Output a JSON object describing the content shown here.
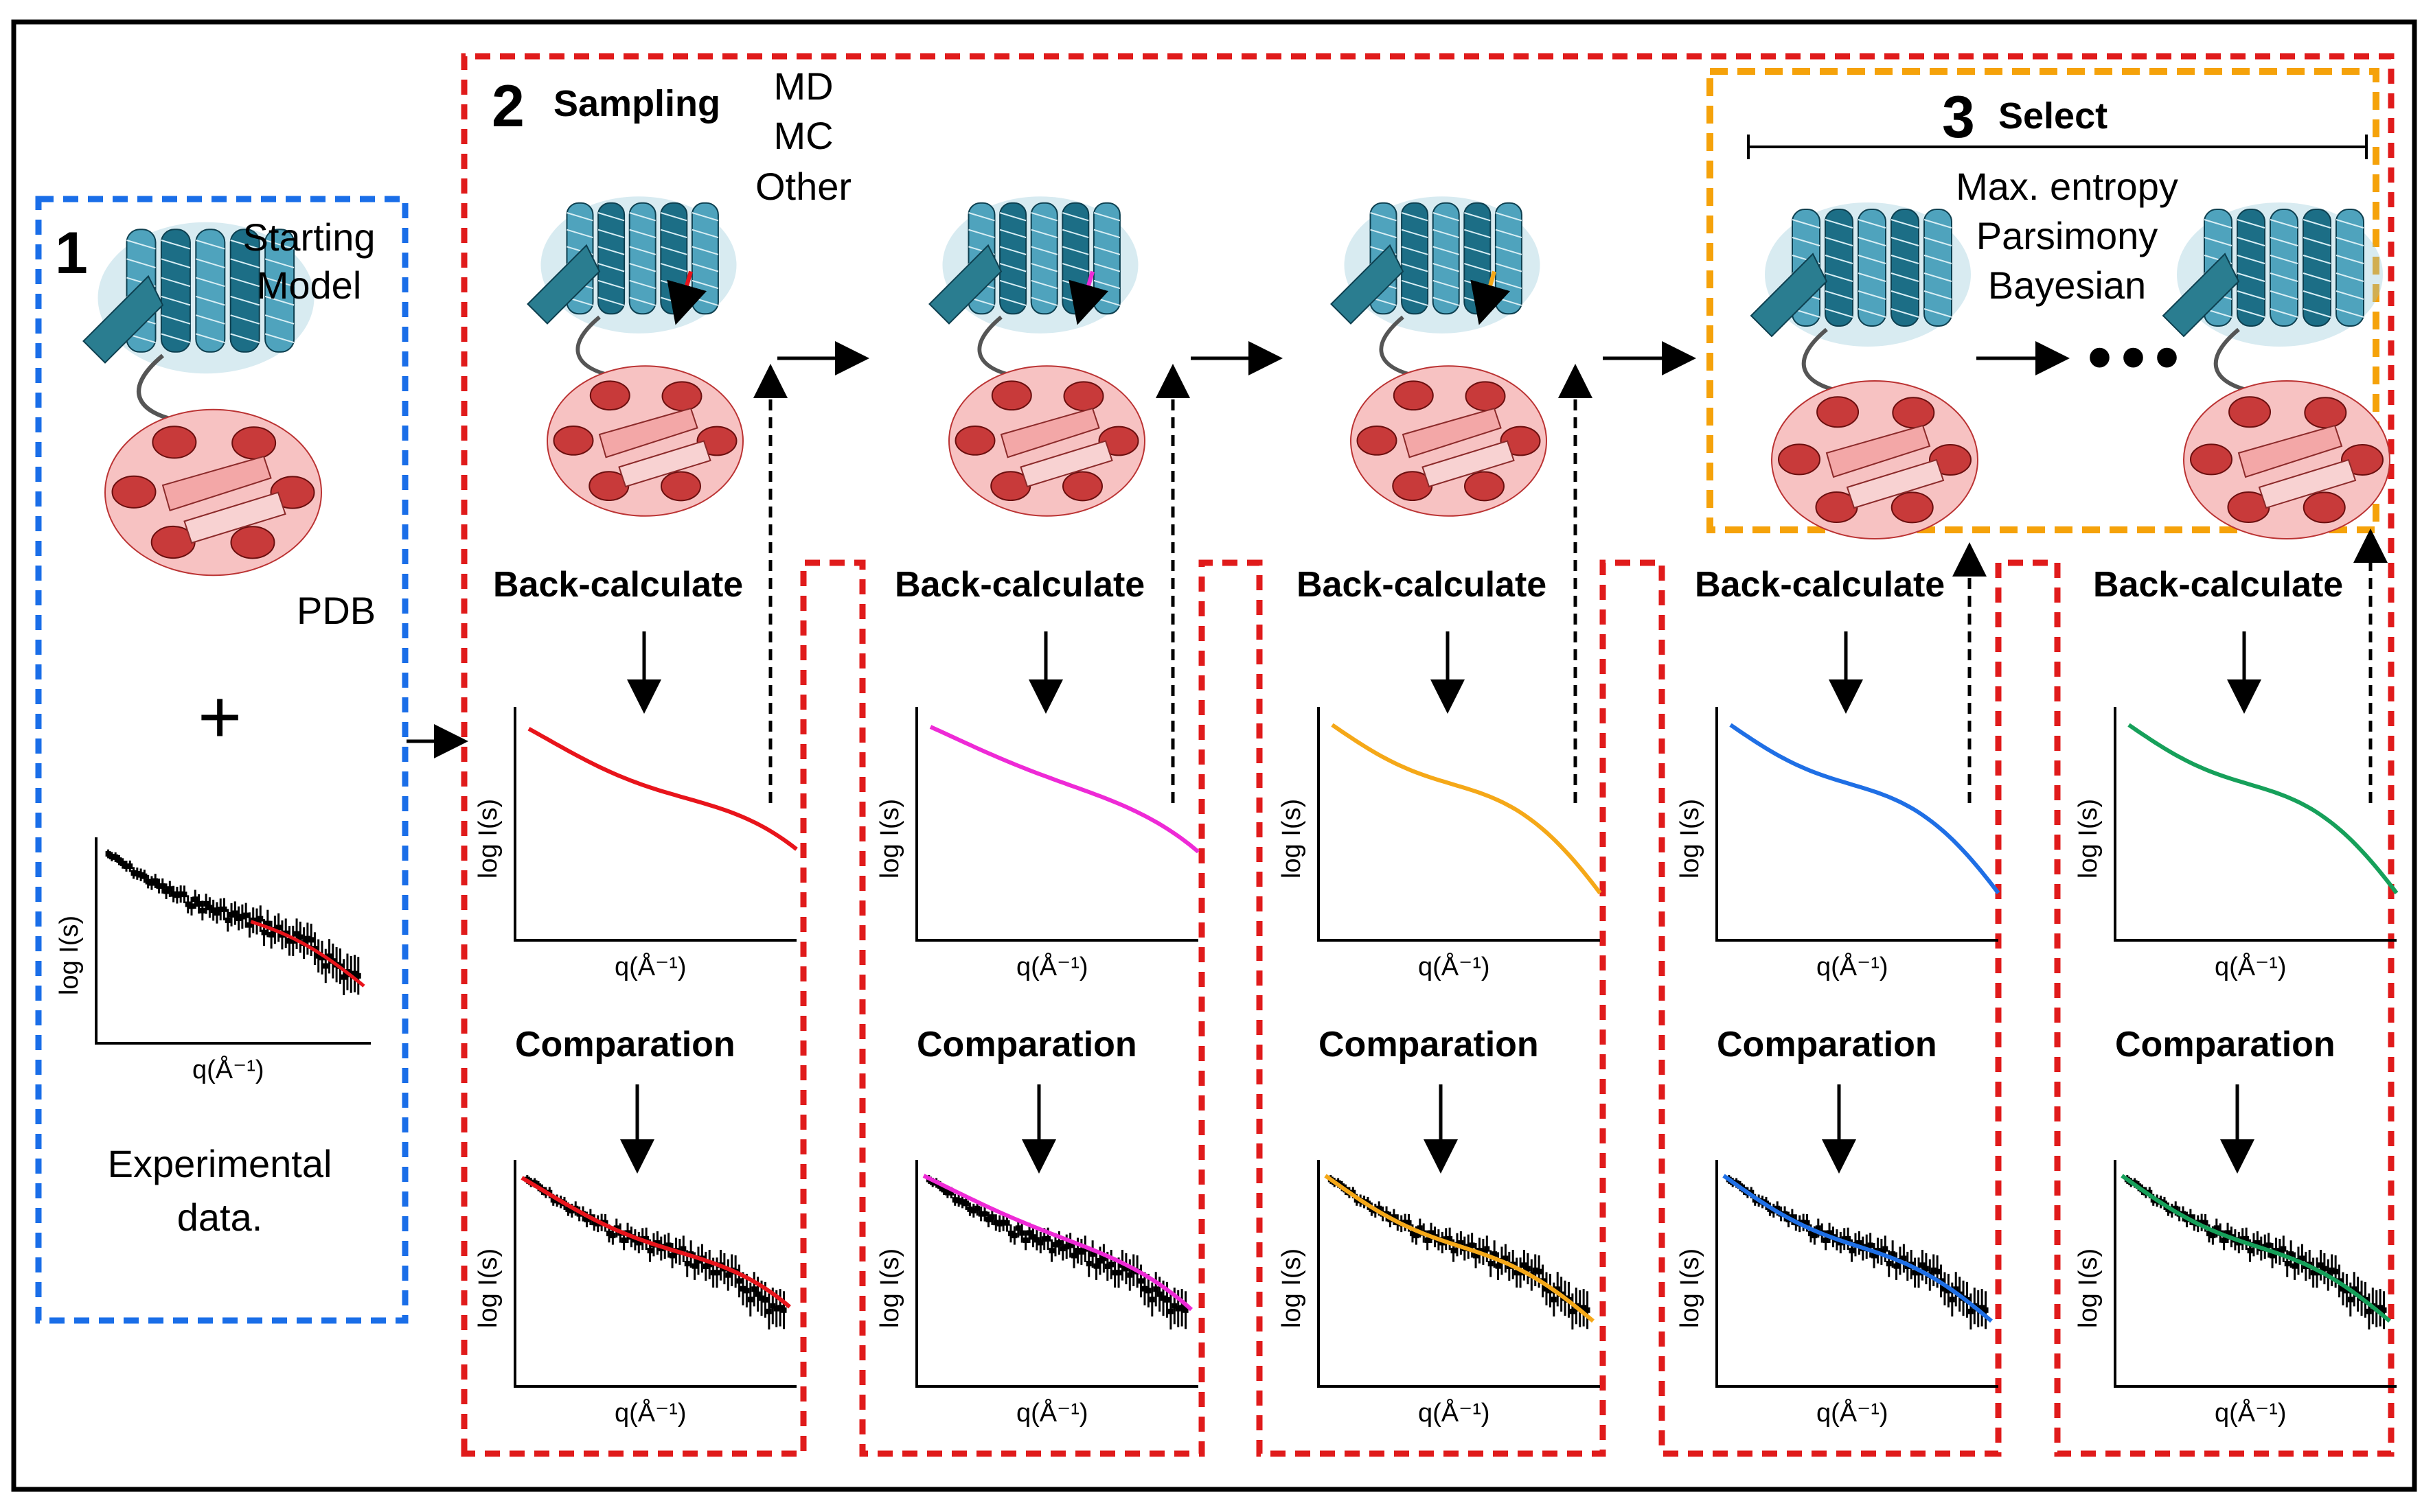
{
  "steps": {
    "step1": {
      "number": "1",
      "model_label": [
        "Starting",
        "Model"
      ],
      "pdb_label": "PDB",
      "plus": "+",
      "data_label": [
        "Experimental",
        "data."
      ]
    },
    "step2": {
      "number": "2",
      "title": "Sampling",
      "methods": [
        "MD",
        "MC",
        "Other"
      ]
    },
    "step3": {
      "number": "3",
      "title": "Select",
      "methods": [
        "Max. entropy",
        "Parsimony",
        "Bayesian"
      ],
      "ellipsis": "•••"
    }
  },
  "labels": {
    "back_calculate": "Back-calculate",
    "comparation": "Comparation",
    "ylabel": "log I(s)",
    "xlabel": "q(Å⁻¹)"
  },
  "colors": {
    "step1_box": "#1a6ee8",
    "step2_box": "#e01b1b",
    "step3_box": "#f5a20a",
    "helix_blue": "#1c6e86",
    "helix_red": "#c83a3a",
    "sheet_pink": "#f3a7a7"
  },
  "columns": [
    {
      "color": "#e8141b",
      "fit": "poor"
    },
    {
      "color": "#ee2ad6",
      "fit": "moderate"
    },
    {
      "color": "#f5a818",
      "fit": "good"
    },
    {
      "color": "#1f6fe5",
      "fit": "good"
    },
    {
      "color": "#16a05a",
      "fit": "good"
    }
  ]
}
